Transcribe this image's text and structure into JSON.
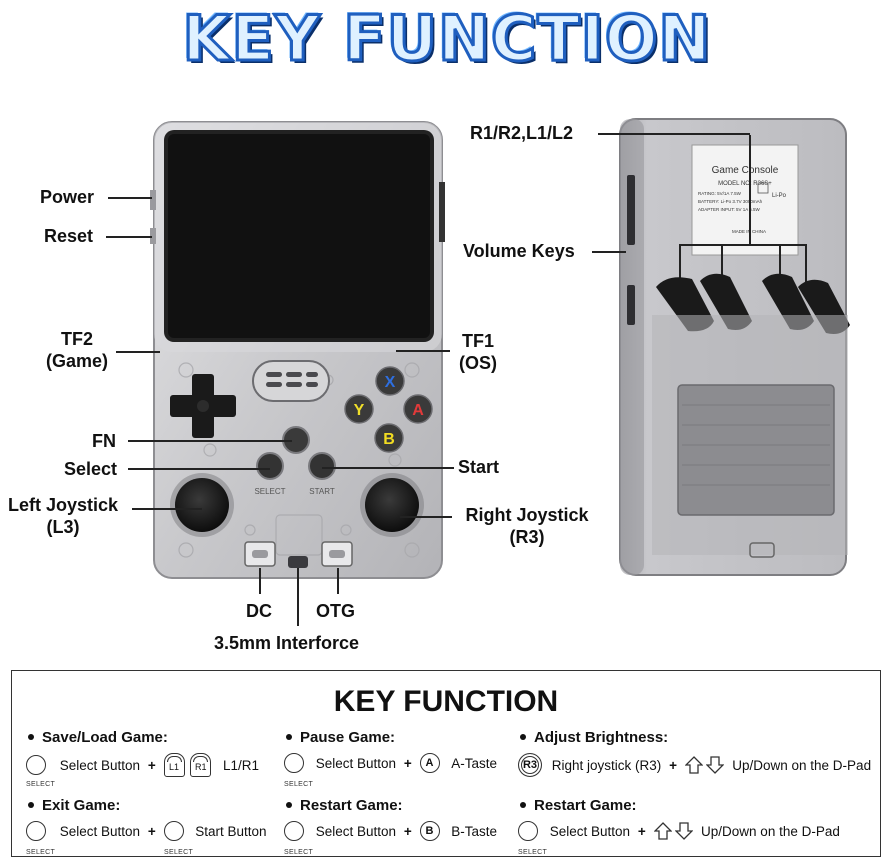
{
  "banner": {
    "title": "KEY FUNCTION"
  },
  "front_labels": {
    "power": "Power",
    "reset": "Reset",
    "tf2": "TF2",
    "tf2_sub": "(Game)",
    "tf1": "TF1",
    "tf1_sub": "(OS)",
    "fn": "FN",
    "select": "Select",
    "start": "Start",
    "left_joystick": "Left Joystick",
    "left_joystick_sub": "(L3)",
    "right_joystick": "Right Joystick",
    "right_joystick_sub": "(R3)",
    "dc": "DC",
    "otg": "OTG",
    "audio": "3.5mm Interforce"
  },
  "back_labels": {
    "triggers": "R1/R2,L1/L2",
    "volume": "Volume Keys"
  },
  "sticker": {
    "title": "Game Console",
    "model": "MODEL NO: R36S+",
    "lines": [
      "RATING: 5V/1A 7.5W",
      "BATTERY: Li-Po 3.7V 3000mAh",
      "ADAPTER INPUT: 5V 1A 5.5W"
    ],
    "made": "MADE IN CHINA",
    "battery": "Li-Po"
  },
  "buttons": {
    "x": "X",
    "y": "Y",
    "a": "A",
    "b": "B",
    "select_print": "SELECT",
    "start_print": "START"
  },
  "colors": {
    "x": "#2e6fe0",
    "y": "#f0df2a",
    "a": "#e23a3a",
    "b": "#f2dc22",
    "banner": "#1f5fbf"
  },
  "key_function": {
    "title": "KEY FUNCTION",
    "select_caption": "SELECT",
    "items": [
      {
        "heading": "Save/Load Game:",
        "button": "Select Button",
        "plus": "+",
        "keys": [
          "L1",
          "R1"
        ],
        "result": "L1/R1"
      },
      {
        "heading": "Pause Game:",
        "button": "Select Button",
        "plus": "+",
        "key": "A",
        "result": "A-Taste"
      },
      {
        "heading": "Adjust Brightness:",
        "key": "R3",
        "button": "Right joystick (R3)",
        "plus": "+",
        "result": "Up/Down on the D-Pad"
      },
      {
        "heading": "Exit Game:",
        "button": "Select Button",
        "plus": "+",
        "result": "Start Button"
      },
      {
        "heading": "Restart Game:",
        "button": "Select Button",
        "plus": "+",
        "key": "B",
        "result": "B-Taste"
      },
      {
        "heading": "Restart Game:",
        "button": "Select Button",
        "plus": "+",
        "result": "Up/Down on the D-Pad"
      }
    ]
  }
}
